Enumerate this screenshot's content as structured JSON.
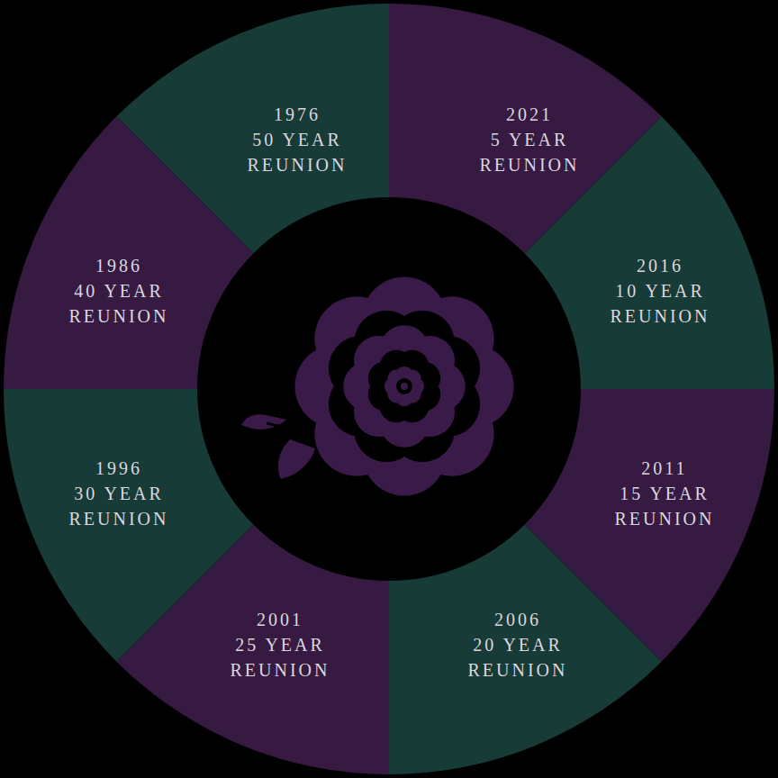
{
  "diagram": {
    "nodes": [
      {
        "text": [
          "1976",
          "50 YEAR REUNION"
        ]
      },
      {
        "text": [
          "2021",
          "5 YEAR REUNION"
        ]
      },
      {
        "text": [
          "2016",
          "10 YEAR REUNION"
        ]
      },
      {
        "text": [
          "2011",
          "15 YEAR REUNION"
        ]
      },
      {
        "text": [
          "2006",
          "20 YEAR REUNION"
        ]
      },
      {
        "text": [
          "2001",
          "25 YEAR REUNION"
        ]
      },
      {
        "text": [
          "1996",
          "30 YEAR REUNION"
        ]
      },
      {
        "text": [
          "1986",
          "40 YEAR REUNION"
        ]
      }
    ]
  }
}
